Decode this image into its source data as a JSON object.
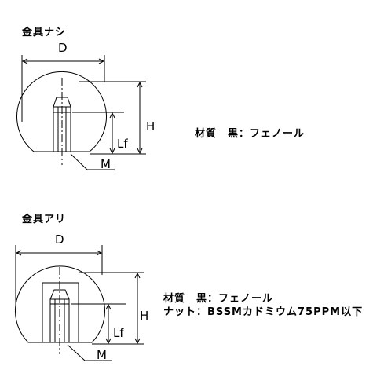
{
  "sections": [
    {
      "title": "金具ナシ",
      "labels": {
        "D": "D",
        "H": "H",
        "Lf": "Lf",
        "M": "M"
      },
      "spec_lines": [
        "材質　黒：フェノール"
      ]
    },
    {
      "title": "金具アリ",
      "labels": {
        "D": "D",
        "H": "H",
        "Lf": "Lf",
        "M": "M"
      },
      "spec_lines": [
        "材質　黒：フェノール",
        "ナット：BSSMカドミウム75PPM以下"
      ]
    }
  ],
  "colors": {
    "line": "#000000",
    "background": "#ffffff"
  }
}
